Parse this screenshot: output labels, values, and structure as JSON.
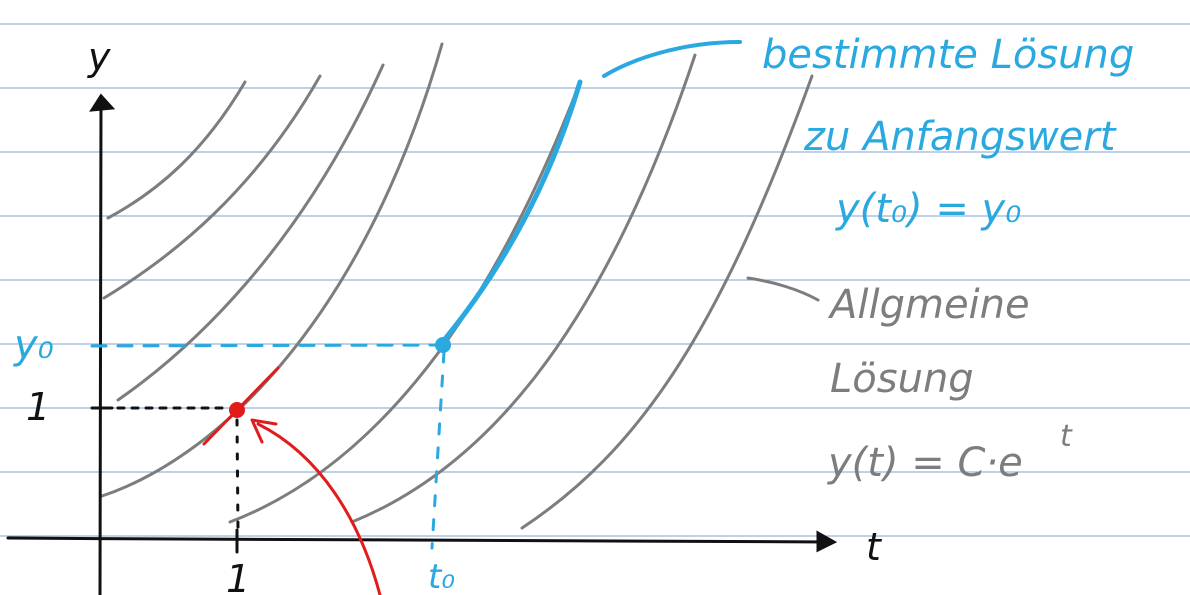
{
  "colors": {
    "paper_lines": "#4f86c6",
    "axes": "#111111",
    "general_curves": "#7d7d7d",
    "particular_solution": "#29a9e0",
    "highlight": "#e21b1b"
  },
  "axes": {
    "y_label": "y",
    "t_label": "t"
  },
  "ticks": {
    "y_one": "1",
    "y0": "y₀",
    "t_one": "1",
    "t0": "t₀"
  },
  "annotations": {
    "particular_line1": "bestimmte Lösung",
    "particular_line2": "zu Anfangswert",
    "particular_line3": "y(t₀) = y₀",
    "general_line1": "Allgmeine",
    "general_line2": "Lösung",
    "general_formula_base": "y(t) = C·e",
    "general_formula_exp": "t"
  }
}
